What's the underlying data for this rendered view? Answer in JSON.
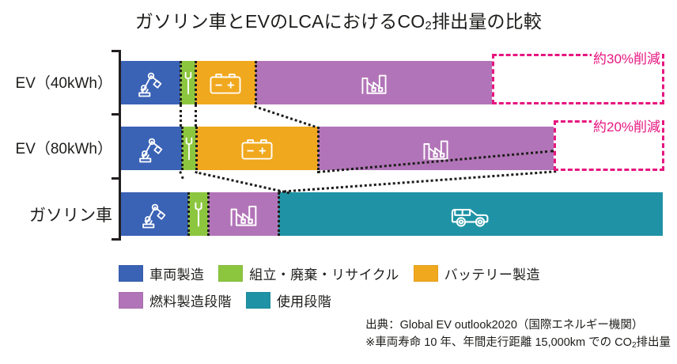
{
  "title": {
    "before": "ガソリン車とEVのLCAにおけるCO",
    "sub": "2",
    "after": "排出量の比較"
  },
  "categories": [
    "EV（40kWh）",
    "EV（80kWh）",
    "ガソリン車"
  ],
  "colors": {
    "vehicle_manufacturing": "#3a62b5",
    "assembly_disposal_recycle": "#8cc63f",
    "battery_manufacturing": "#f0a81e",
    "fuel_production": "#b274b8",
    "use_phase": "#1f93a5",
    "callout": "#e6157f",
    "axis": "#231f20"
  },
  "legend": [
    {
      "label": "車両製造",
      "color_key": "vehicle_manufacturing",
      "icon": "robot-arm-icon"
    },
    {
      "label": "組立・廃棄・リサイクル",
      "color_key": "assembly_disposal_recycle",
      "icon": "wrench-icon"
    },
    {
      "label": "バッテリー製造",
      "color_key": "battery_manufacturing",
      "icon": "battery-icon"
    },
    {
      "label": "燃料製造段階",
      "color_key": "fuel_production",
      "icon": "factory-icon"
    },
    {
      "label": "使用段階",
      "color_key": "use_phase",
      "icon": "car-icon"
    }
  ],
  "callouts": [
    {
      "label": "約30%削減",
      "for": "EV（40kWh）"
    },
    {
      "label": "約20%削減",
      "for": "EV（80kWh）"
    }
  ],
  "notes": [
    "出典：Global EV outlook2020（国際エネルギー機関）",
    "※車両寿命 10 年、年間走行距離 15,000km での CO2排出量"
  ],
  "notes_parts": {
    "line2_before": "※車両寿命 10 年、年間走行距離 15,000km での CO",
    "line2_sub": "2",
    "line2_after": "排出量"
  },
  "chart_data": {
    "type": "bar",
    "orientation": "horizontal",
    "stacked": true,
    "title": "ガソリン車とEVのLCAにおけるCO2排出量の比較",
    "xlabel": "",
    "ylabel": "",
    "categories": [
      "EV（40kWh）",
      "EV（80kWh）",
      "ガソリン車"
    ],
    "series": [
      {
        "name": "車両製造",
        "color": "#3a62b5",
        "values": [
          78,
          80,
          88
        ]
      },
      {
        "name": "組立・廃棄・リサイクル",
        "color": "#8cc63f",
        "values": [
          19,
          18,
          25
        ]
      },
      {
        "name": "バッテリー製造",
        "color": "#f0a81e",
        "values": [
          76,
          154,
          0
        ]
      },
      {
        "name": "燃料製造段階",
        "color": "#b274b8",
        "values": [
          299,
          298,
          89
        ]
      },
      {
        "name": "使用段階",
        "color": "#1f93a5",
        "values": [
          0,
          0,
          486
        ]
      }
    ],
    "totals": [
      472,
      550,
      688
    ],
    "units": "relative CO2 emissions (pixel-scaled, arbitrary units)",
    "annotations": [
      {
        "text": "約30%削減",
        "target": "EV（40kWh）",
        "value_pct": 30
      },
      {
        "text": "約20%削減",
        "target": "EV（80kWh）",
        "value_pct": 20
      }
    ],
    "grid": false,
    "legend_position": "bottom-left",
    "source": "出典：Global EV outlook2020（国際エネルギー機関）",
    "footnote": "※車両寿命 10 年、年間走行距離 15,000km での CO2排出量"
  }
}
